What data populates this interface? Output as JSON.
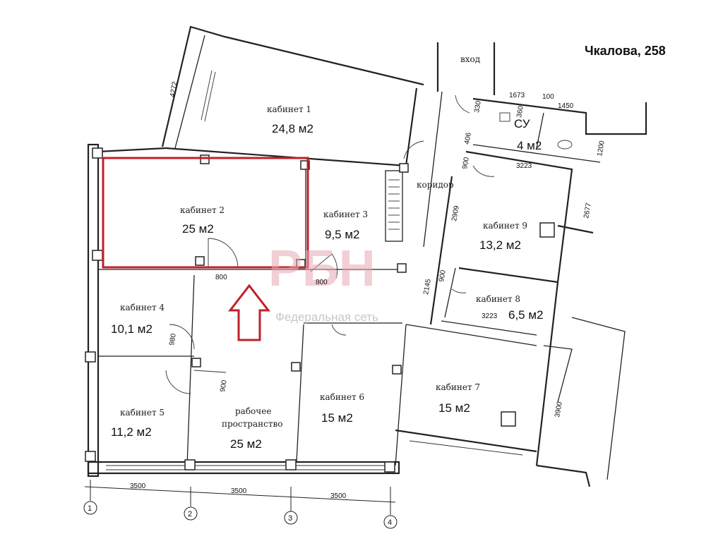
{
  "title": "Чкалова, 258",
  "watermark": {
    "logo": "РБН",
    "text": "Федеральная сеть"
  },
  "highlight_color": "#c0202a",
  "rooms": [
    {
      "name": "кабинет 1",
      "area": "24,8 м2"
    },
    {
      "name": "кабинет 2",
      "area": "25 м2"
    },
    {
      "name": "кабинет 3",
      "area": "9,5 м2"
    },
    {
      "name": "коридор"
    },
    {
      "name": "кабинет 9",
      "area": "13,2 м2"
    },
    {
      "name": "кабинет 8",
      "area": "6,5 м2"
    },
    {
      "name": "кабинет 4",
      "area": "10,1 м2"
    },
    {
      "name": "кабинет 5",
      "area": "11,2 м2"
    },
    {
      "name": "рабочее",
      "name2": "пространство",
      "area": "25 м2"
    },
    {
      "name": "кабинет 6",
      "area": "15 м2"
    },
    {
      "name": "кабинет 7",
      "area": "15 м2"
    }
  ],
  "wc": {
    "name": "СУ",
    "area": "4 м2"
  },
  "entrance": "вход",
  "dims": [
    "4272",
    "1673",
    "100",
    "1450",
    "360",
    "330",
    "406",
    "900",
    "1200",
    "3223",
    "2677",
    "2909",
    "2145",
    "900",
    "3223",
    "800",
    "800",
    "980",
    "900",
    "3900"
  ],
  "axis_dims": [
    "3500",
    "3500",
    "3500"
  ],
  "axes": [
    "1",
    "2",
    "3",
    "4"
  ]
}
